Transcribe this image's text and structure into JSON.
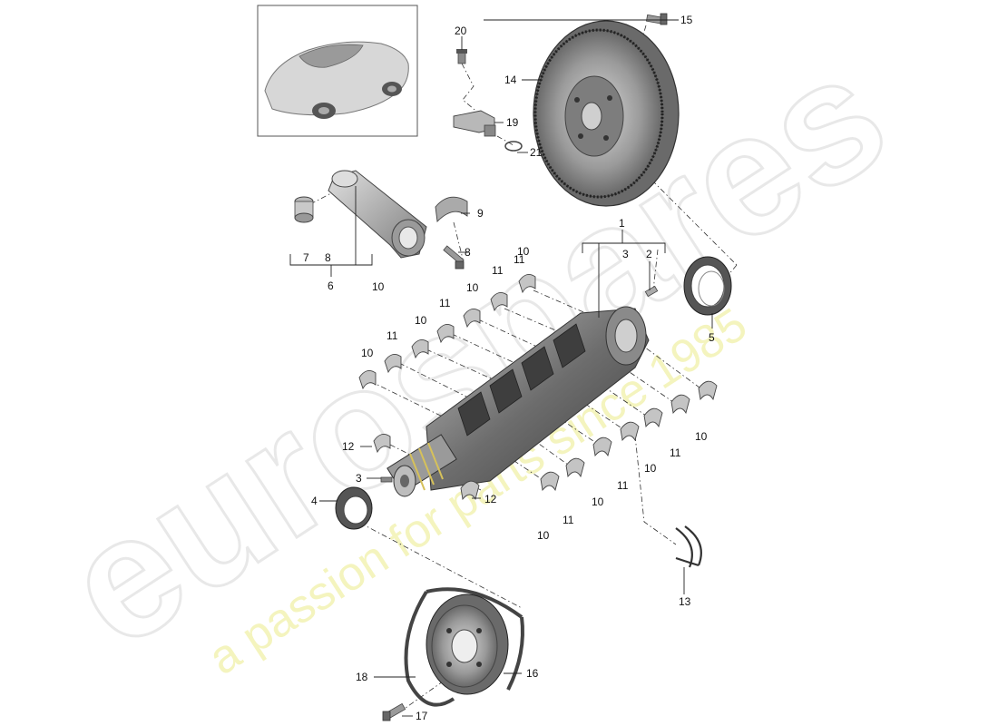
{
  "watermark": {
    "brand": "eurospares",
    "tagline": "a passion for parts since 1985"
  },
  "callouts": {
    "c1": "1",
    "c2": "2",
    "c3a": "3",
    "c3b": "3",
    "c4": "4",
    "c5": "5",
    "c6": "6",
    "c7": "7",
    "c8a": "8",
    "c8b": "8",
    "c9": "9",
    "c10a": "10",
    "c10b": "10",
    "c10c": "10",
    "c10d": "10",
    "c10e": "10",
    "c10f": "10",
    "c10g": "10",
    "c10h": "10",
    "c10i": "10",
    "c11a": "11",
    "c11b": "11",
    "c11c": "11",
    "c11d": "11",
    "c11e": "11",
    "c11f": "11",
    "c11g": "11",
    "c12a": "12",
    "c12b": "12",
    "c13": "13",
    "c14": "14",
    "c15": "15",
    "c16": "16",
    "c17": "17",
    "c18": "18",
    "c19": "19",
    "c20": "20",
    "c21": "21"
  },
  "colors": {
    "part_dark": "#4a4a4a",
    "part_mid": "#8a8a8a",
    "part_light": "#cfcfcf",
    "watermark": "#f2f2f2",
    "watermark_text": "#f0f0a8"
  }
}
